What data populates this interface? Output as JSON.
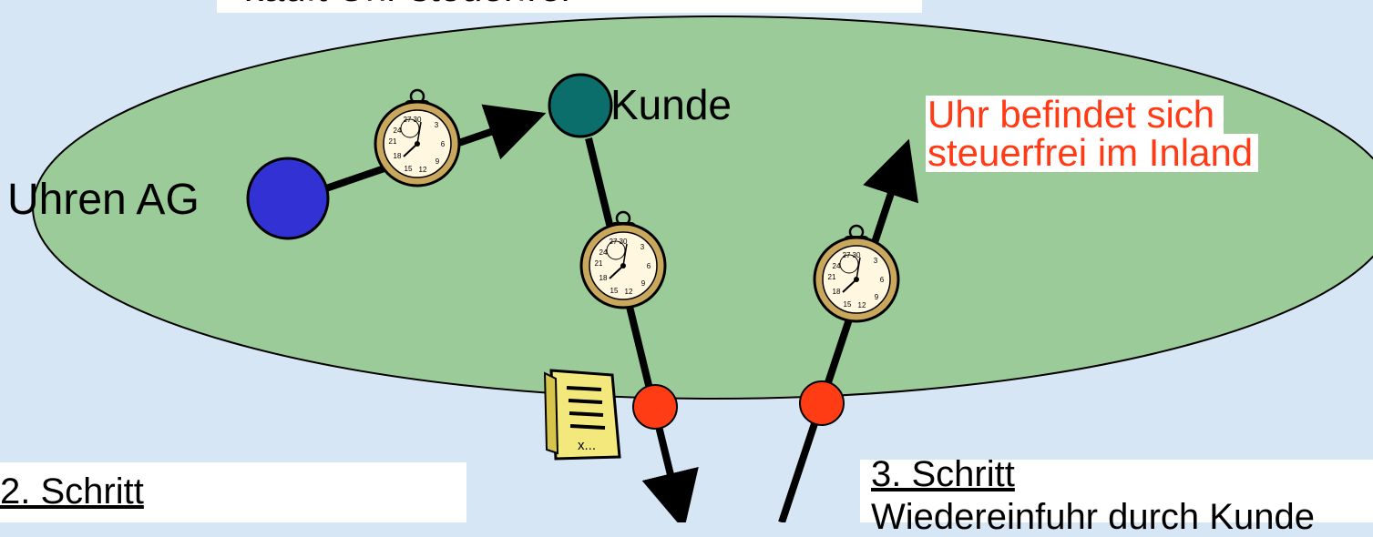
{
  "top_caption": "kauft Uhr steuerfrei",
  "entities": {
    "company": "Uhren AG",
    "customer": "Kunde"
  },
  "note": {
    "line1": "Uhr befindet sich",
    "line2": "steuerfrei im Inland"
  },
  "steps": {
    "step2": {
      "title": "2. Schritt",
      "text": ""
    },
    "step3": {
      "title": "3. Schritt",
      "text": "Wiedereinfuhr durch Kunde"
    }
  },
  "colors": {
    "background": "#d7e6f5",
    "territory_fill": "#9acb99",
    "company_node": "#3232d4",
    "customer_node": "#0b6e6b",
    "border_crossing": "#ff3c14",
    "note_text": "#ff3a14",
    "watch_gold": "#c9a85e",
    "document_yellow": "#f3e87c"
  },
  "icons": [
    "stopwatch-icon",
    "document-icon"
  ]
}
